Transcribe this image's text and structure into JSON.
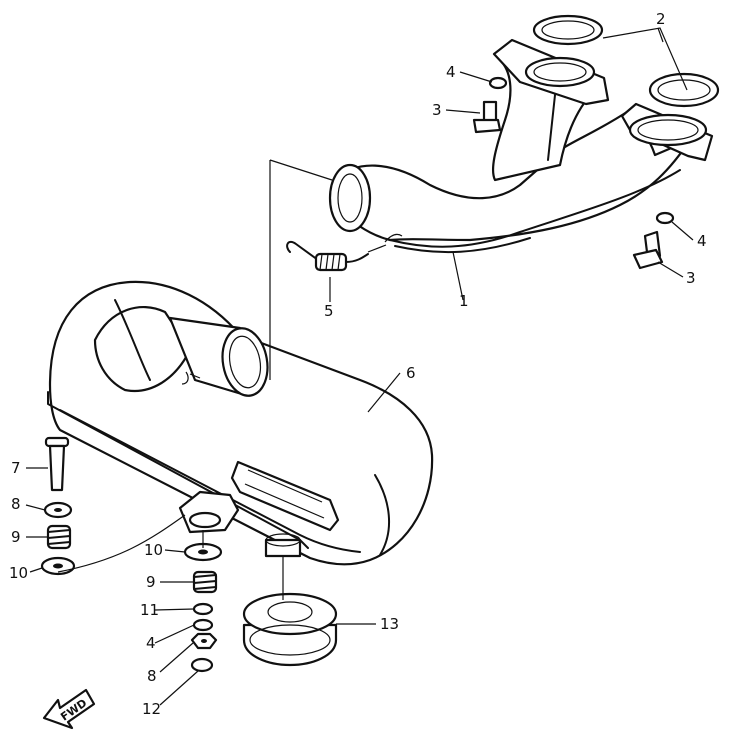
{
  "diagram": {
    "callouts": {
      "c1": "1",
      "c2": "2",
      "c3a": "3",
      "c3b": "3",
      "c4a": "4",
      "c4b": "4",
      "c4c": "4",
      "c5": "5",
      "c6": "6",
      "c7": "7",
      "c8a": "8",
      "c8b": "8",
      "c9a": "9",
      "c9b": "9",
      "c10a": "10",
      "c10b": "10",
      "c11": "11",
      "c12": "12",
      "c13": "13"
    },
    "fwd_label": "FWD"
  }
}
